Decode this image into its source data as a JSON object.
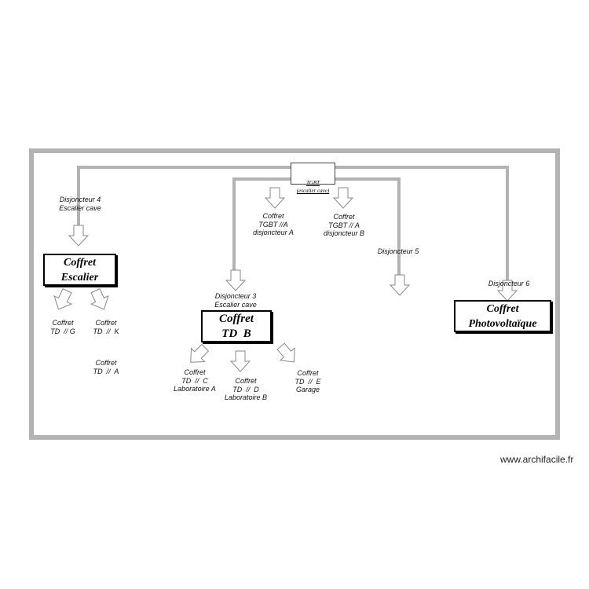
{
  "tgbt": {
    "line1": "TGBT",
    "line2": "(escalier cave)"
  },
  "boxes": {
    "escalier": "Coffret\nEscalier",
    "tdb": "Coffret\nTD  B",
    "photo": "Coffret\nPhotovoltaïque"
  },
  "labels": {
    "disj4": "Disjoncteur 4\nEscalier cave",
    "tgbtA": "Coffret\nTGBT //A\ndisjoncteur A",
    "tgbtB": "Coffret\nTGBT // A\ndisjoncteur B",
    "disj5": "Disjoncteur 5",
    "disj6": "Disjoncteur 6",
    "disj3": "Disjoncteur 3\nEscalier cave",
    "tdG": "Coffret\nTD  // G",
    "tdK": "Coffret\nTD  //  K",
    "tdA": "Coffret\nTD  //  A",
    "tdC": "Coffret\nTD  //  C\nLaboratoire A",
    "tdD": "Coffret\nTD  //  D\nLaboratoire B",
    "tdE": "Coffret\nTD  //  E\nGarage"
  },
  "credit": "www.archifacile.fr"
}
